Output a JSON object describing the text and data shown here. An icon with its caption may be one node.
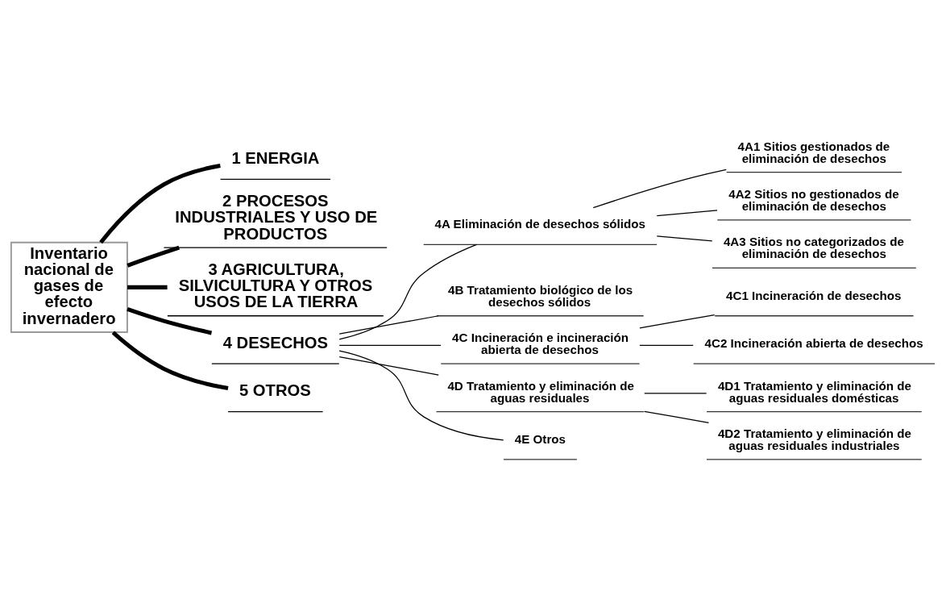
{
  "diagram": {
    "nodes": [
      {
        "text": [
          "Inventario nacional de gases de efecto invernadero"
        ]
      },
      {
        "text": [
          "1 ENERGIA"
        ]
      },
      {
        "text": [
          "2 PROCESOS INDUSTRIALES Y USO DE PRODUCTOS"
        ]
      },
      {
        "text": [
          "3 AGRICULTURA, SILVICULTURA Y OTROS USOS DE LA TIERRA"
        ]
      },
      {
        "text": [
          "4 DESECHOS"
        ]
      },
      {
        "text": [
          "4A Eliminación de desechos sólidos"
        ]
      },
      {
        "text": [
          "4A1 Sitios gestionados de eliminación de desechos"
        ]
      },
      {
        "text": [
          "4A2 Sitios no gestionados de eliminación de desechos"
        ]
      },
      {
        "text": [
          "4A3 Sitios no categorizados de eliminación de desechos"
        ]
      },
      {
        "text": [
          "4B Tratamiento biológico de los desechos sólidos"
        ]
      },
      {
        "text": [
          "4C Incineración e incineración abierta de desechos"
        ]
      },
      {
        "text": [
          "4C1 Incineración de desechos"
        ]
      },
      {
        "text": [
          "4C2 Incineración abierta de desechos"
        ]
      },
      {
        "text": [
          "4D Tratamiento y eliminación de aguas residuales"
        ]
      },
      {
        "text": [
          "4D1 Tratamiento y eliminación de aguas residuales domésticas"
        ]
      },
      {
        "text": [
          "4D2 Tratamiento y eliminación de aguas residuales industriales"
        ]
      },
      {
        "text": [
          "4E Otros"
        ]
      },
      {
        "text": [
          "5 OTROS"
        ]
      }
    ],
    "edges": [
      {
        "from": 0,
        "to": 1,
        "arrow": "none",
        "style": "thick"
      },
      {
        "from": 0,
        "to": 2,
        "arrow": "none",
        "style": "thick"
      },
      {
        "from": 0,
        "to": 3,
        "arrow": "none",
        "style": "thick"
      },
      {
        "from": 0,
        "to": 4,
        "arrow": "none",
        "style": "thick"
      },
      {
        "from": 0,
        "to": 17,
        "arrow": "none",
        "style": "thick"
      },
      {
        "from": 4,
        "to": 5,
        "arrow": "none"
      },
      {
        "from": 5,
        "to": 6,
        "arrow": "none"
      },
      {
        "from": 5,
        "to": 7,
        "arrow": "none"
      },
      {
        "from": 5,
        "to": 8,
        "arrow": "none"
      },
      {
        "from": 4,
        "to": 9,
        "arrow": "none"
      },
      {
        "from": 4,
        "to": 10,
        "arrow": "none"
      },
      {
        "from": 10,
        "to": 11,
        "arrow": "none"
      },
      {
        "from": 10,
        "to": 12,
        "arrow": "none"
      },
      {
        "from": 4,
        "to": 13,
        "arrow": "none"
      },
      {
        "from": 13,
        "to": 14,
        "arrow": "none"
      },
      {
        "from": 13,
        "to": 15,
        "arrow": "none"
      },
      {
        "from": 4,
        "to": 16,
        "arrow": "none"
      }
    ]
  }
}
